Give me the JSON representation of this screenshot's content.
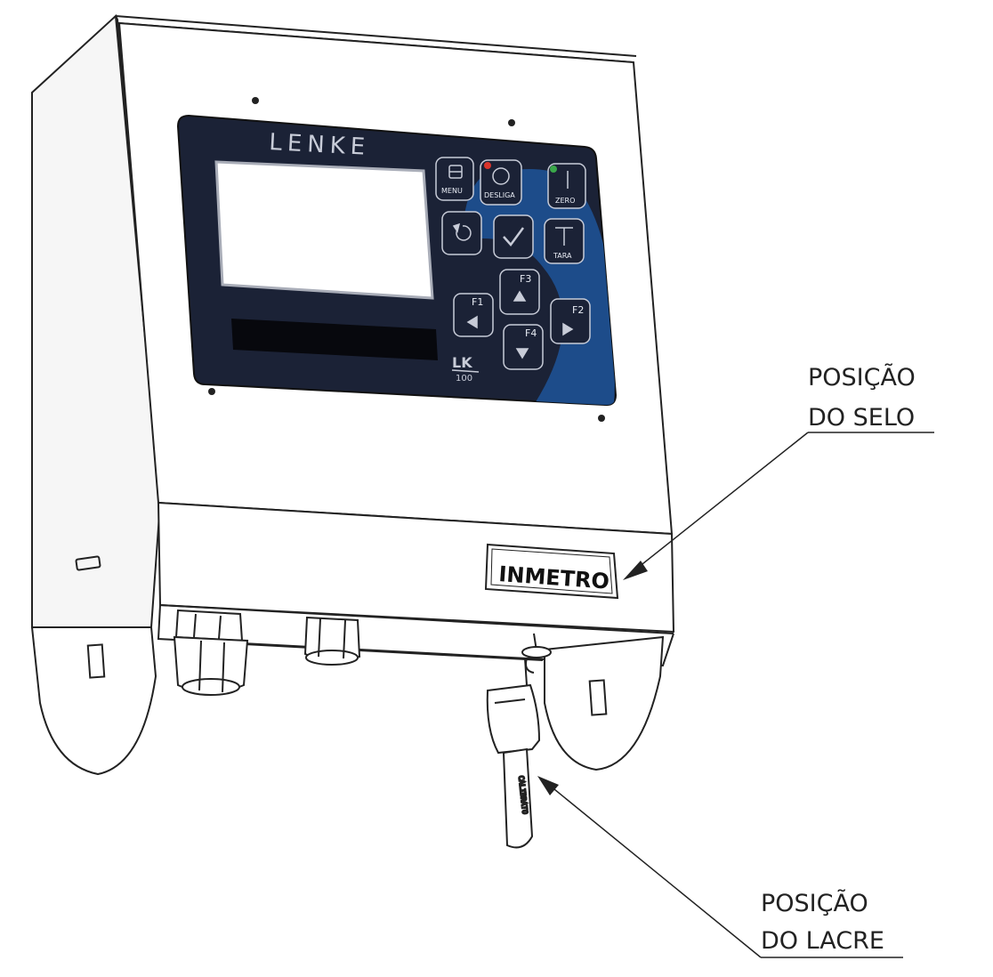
{
  "device": {
    "brand": "LENKE",
    "model": "LK",
    "model_sub": "100",
    "seal_text": "INMETRO",
    "lacre_text": "CALIBRATO"
  },
  "keypad": {
    "keys": [
      {
        "name": "menu",
        "label": "MENU"
      },
      {
        "name": "desliga",
        "label": "DESLIGA"
      },
      {
        "name": "zero",
        "label": "ZERO"
      },
      {
        "name": "back",
        "label": ""
      },
      {
        "name": "confirm",
        "label": ""
      },
      {
        "name": "tara",
        "label": "TARA"
      },
      {
        "name": "f1",
        "label": "F1"
      },
      {
        "name": "f3",
        "label": "F3"
      },
      {
        "name": "f2",
        "label": "F2"
      },
      {
        "name": "f4",
        "label": "F4"
      }
    ]
  },
  "callouts": {
    "selo": {
      "line1": "POSIÇÃO",
      "line2": "DO SELO"
    },
    "lacre": {
      "line1": "POSIÇÃO",
      "line2": "DO LACRE"
    }
  },
  "colors": {
    "panel": "#1b2236",
    "panel_swoosh": "#1d4f8f",
    "led_red": "#d9342b",
    "led_green": "#3aa84a",
    "outline": "#222222"
  }
}
